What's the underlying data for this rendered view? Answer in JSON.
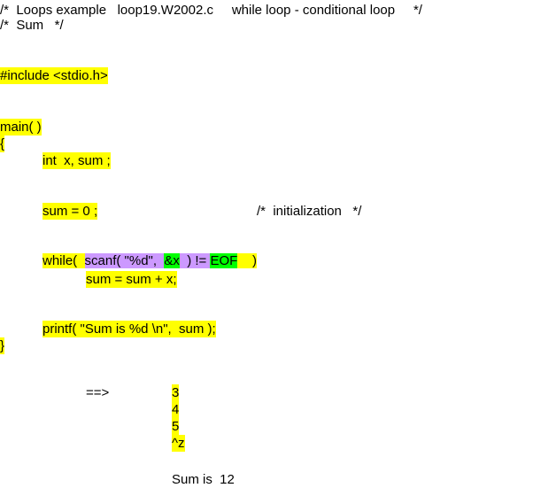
{
  "comment1": "/*  Loops example   loop19.W2002.c     while loop - conditional loop     */",
  "comment2": "/*  Sum   */",
  "include": "#include <stdio.h>",
  "main": "main( )",
  "open_brace": "{",
  "decl": "int  x, sum ;",
  "init": "sum = 0 ;",
  "init_comment": "/*  initialization   */",
  "while_parts": {
    "kw": "while(  ",
    "scanf": "scanf( \"%d\",  ",
    "addr": "&x",
    "cmp": "  ) != ",
    "eof": "EOF",
    "close": "    )"
  },
  "body": "sum = sum + x;",
  "printf": "printf( \"Sum is %d \\n\",  sum );",
  "close_brace": "}",
  "arrow": "==>",
  "inputs": [
    "3",
    "4",
    "5",
    "^z"
  ],
  "output": "Sum is  12"
}
